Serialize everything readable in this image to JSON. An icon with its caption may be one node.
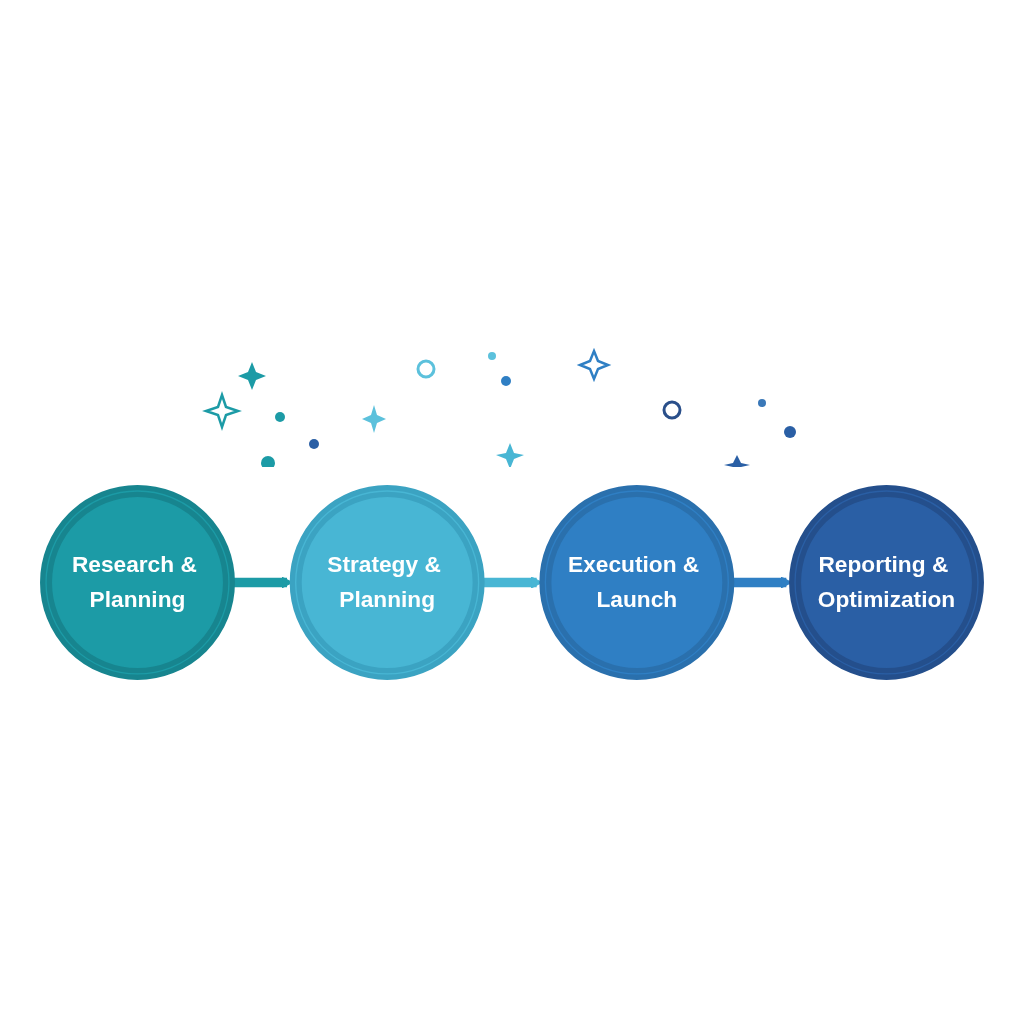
{
  "diagram": {
    "nodes": [
      {
        "text": [
          "Research & Planning"
        ]
      },
      {
        "text": [
          "Strategy & Planning"
        ]
      },
      {
        "text": [
          "Execution & Launch"
        ]
      },
      {
        "text": [
          "Reporting & Optimization"
        ]
      }
    ],
    "edges": [
      {
        "from": 0,
        "to": 1,
        "arrow": "to",
        "color": "#1c9ba6"
      },
      {
        "from": 1,
        "to": 2,
        "arrow": "to",
        "color": "#48b6d4"
      },
      {
        "from": 2,
        "to": 3,
        "arrow": "to",
        "color": "#2f7fc4"
      }
    ]
  }
}
